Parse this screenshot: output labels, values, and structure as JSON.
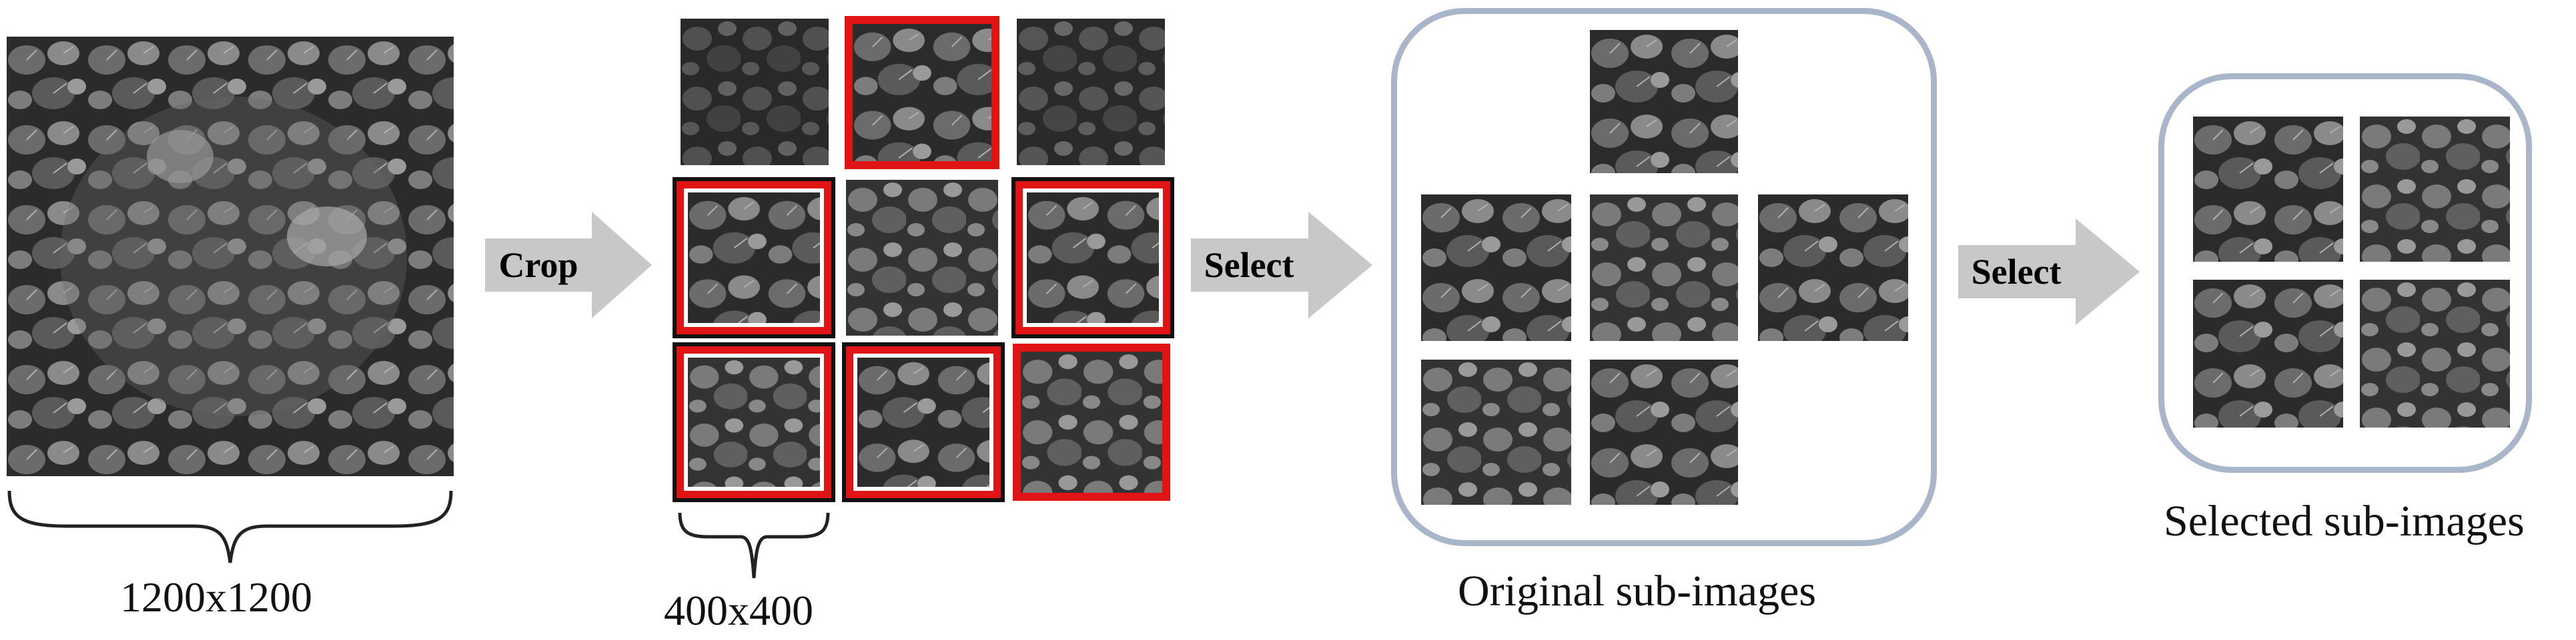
{
  "labels": {
    "original_size": "1200x1200",
    "sub_size": "400x400",
    "original_subimages": "Original sub-images",
    "selected_subimages": "Selected sub-images"
  },
  "arrows": {
    "crop": "Crop",
    "select_1": "Select",
    "select_2": "Select"
  },
  "colors": {
    "highlight_red": "#e01414",
    "arrow_gray": "#c8c8c8",
    "box_border": "#a9b6c9",
    "image_bg": "#2a2a2a"
  }
}
